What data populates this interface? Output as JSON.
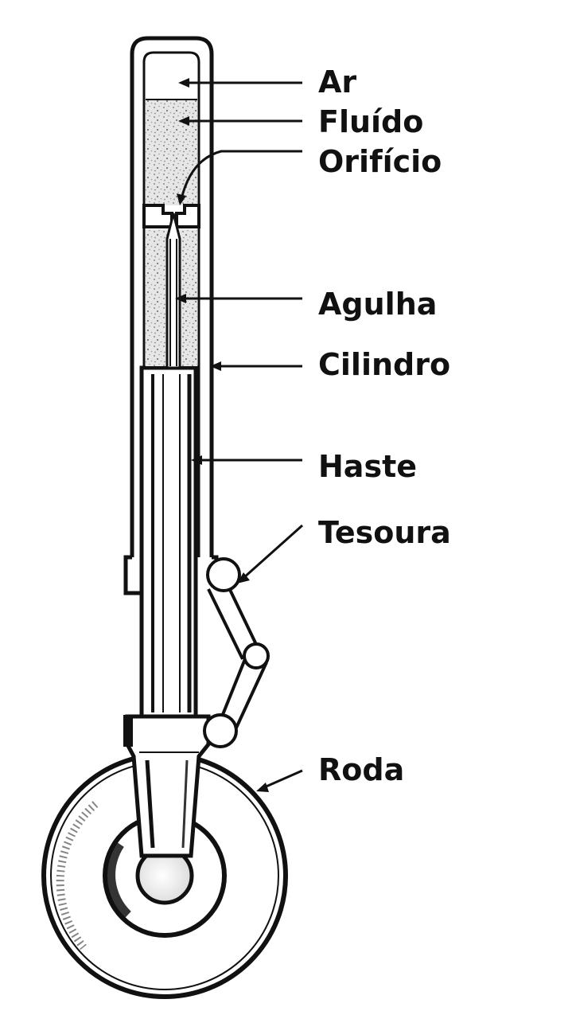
{
  "diagram": {
    "labels": {
      "ar": "Ar",
      "fluido": "Fluído",
      "orificio": "Orifício",
      "agulha": "Agulha",
      "cilindro": "Cilindro",
      "haste": "Haste",
      "tesoura": "Tesoura",
      "roda": "Roda"
    },
    "colors": {
      "ink": "#111111",
      "fluid": "#e4e4e4",
      "fluid_speckle": "#8a8a8a",
      "paper": "#ffffff"
    }
  }
}
